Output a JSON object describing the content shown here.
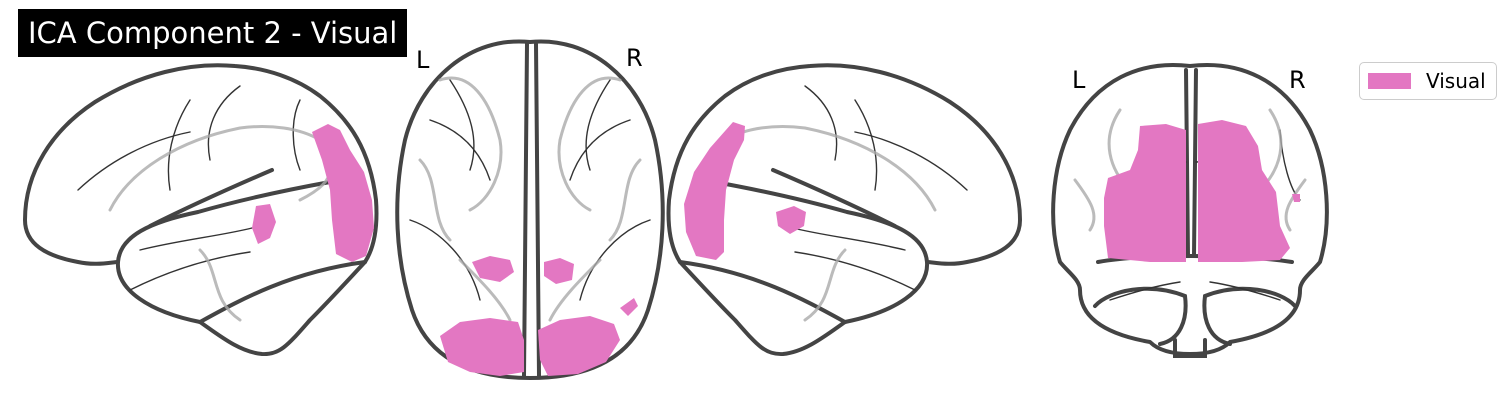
{
  "title": "ICA Component 2 - Visual",
  "legend": {
    "items": [
      {
        "label": "Visual",
        "color": "#e377c2"
      }
    ]
  },
  "views": {
    "axial": {
      "left_label": "L",
      "right_label": "R"
    },
    "coronal": {
      "left_label": "L",
      "right_label": "R"
    }
  },
  "colors": {
    "outline": "#444444",
    "overlay": "#e377c2",
    "title_bg": "#000000",
    "title_fg": "#ffffff"
  }
}
